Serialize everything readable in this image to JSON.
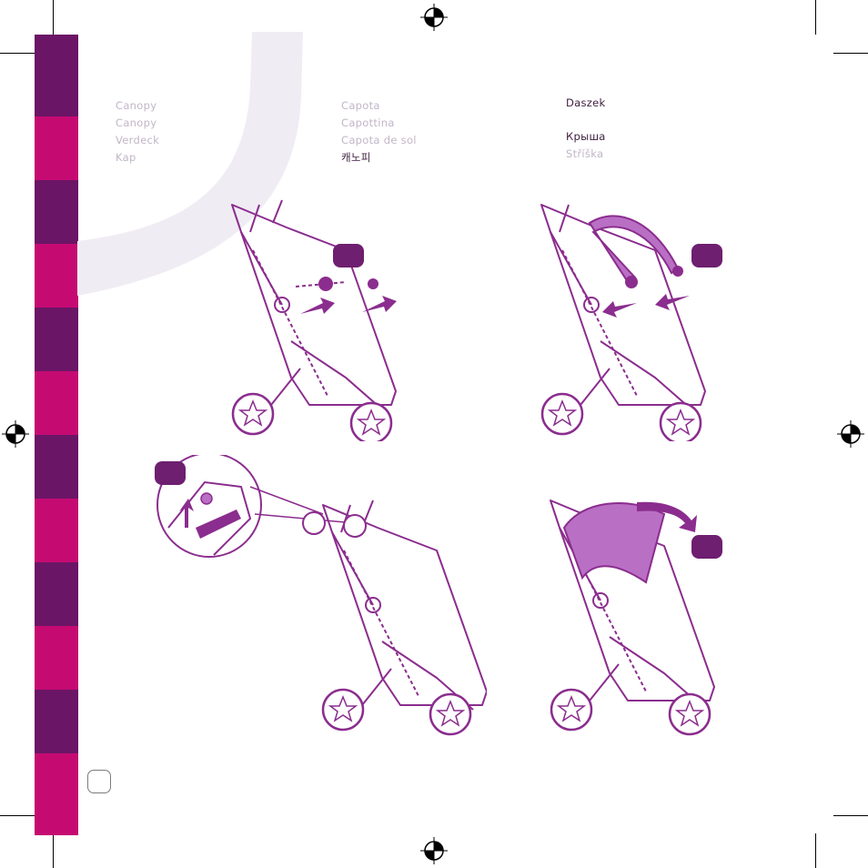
{
  "page": {
    "page_number": ""
  },
  "labels": {
    "col1": [
      "Canopy",
      "Canopy",
      "Verdeck",
      "Kap"
    ],
    "col2": [
      "Capota",
      "Capottina",
      "Capota de sol",
      "캐노피"
    ],
    "col3": [
      "Daszek",
      "Крыша",
      "Stříška"
    ]
  },
  "steps": [
    {
      "label": ""
    },
    {
      "label": ""
    },
    {
      "label": ""
    },
    {
      "label": ""
    }
  ],
  "colors": {
    "sidebar_dark": "#6b1566",
    "sidebar_magenta": "#c50b72",
    "accent_purple": "#8b2d8e",
    "canopy_fill": "#b96fc4",
    "line_art": "#8b2d8e",
    "swoosh": "#f0ecf4"
  },
  "icons": [
    "registration-mark-icon",
    "arrow-icon",
    "hook-icon"
  ]
}
